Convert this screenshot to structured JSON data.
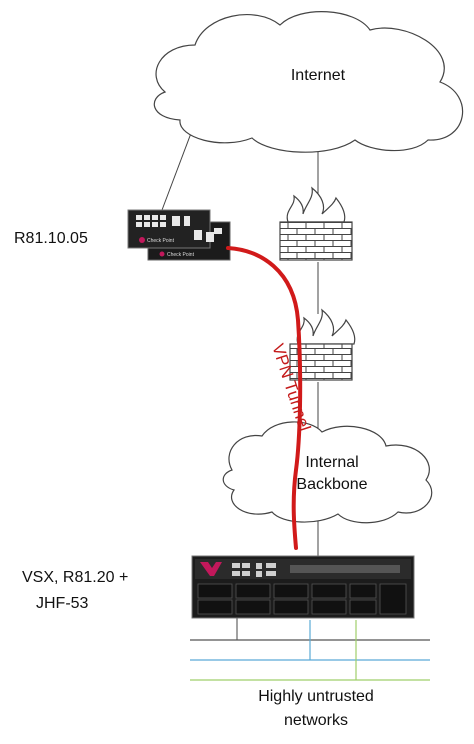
{
  "clouds": {
    "internet": "Internet",
    "backbone_line1": "Internal",
    "backbone_line2": "Backbone"
  },
  "devices": {
    "gateway_version": "R81.10.05",
    "vsx_line1": "VSX, R81.20 +",
    "vsx_line2": "JHF-53",
    "gateway_badge": "Check Point"
  },
  "tunnel": {
    "label": "VPN Tunnel",
    "color": "#d11a1a"
  },
  "networks": {
    "label_line1": "Highly untrusted",
    "label_line2": "networks",
    "colors": [
      "#555555",
      "#5aa9d6",
      "#9fcf6a"
    ]
  }
}
